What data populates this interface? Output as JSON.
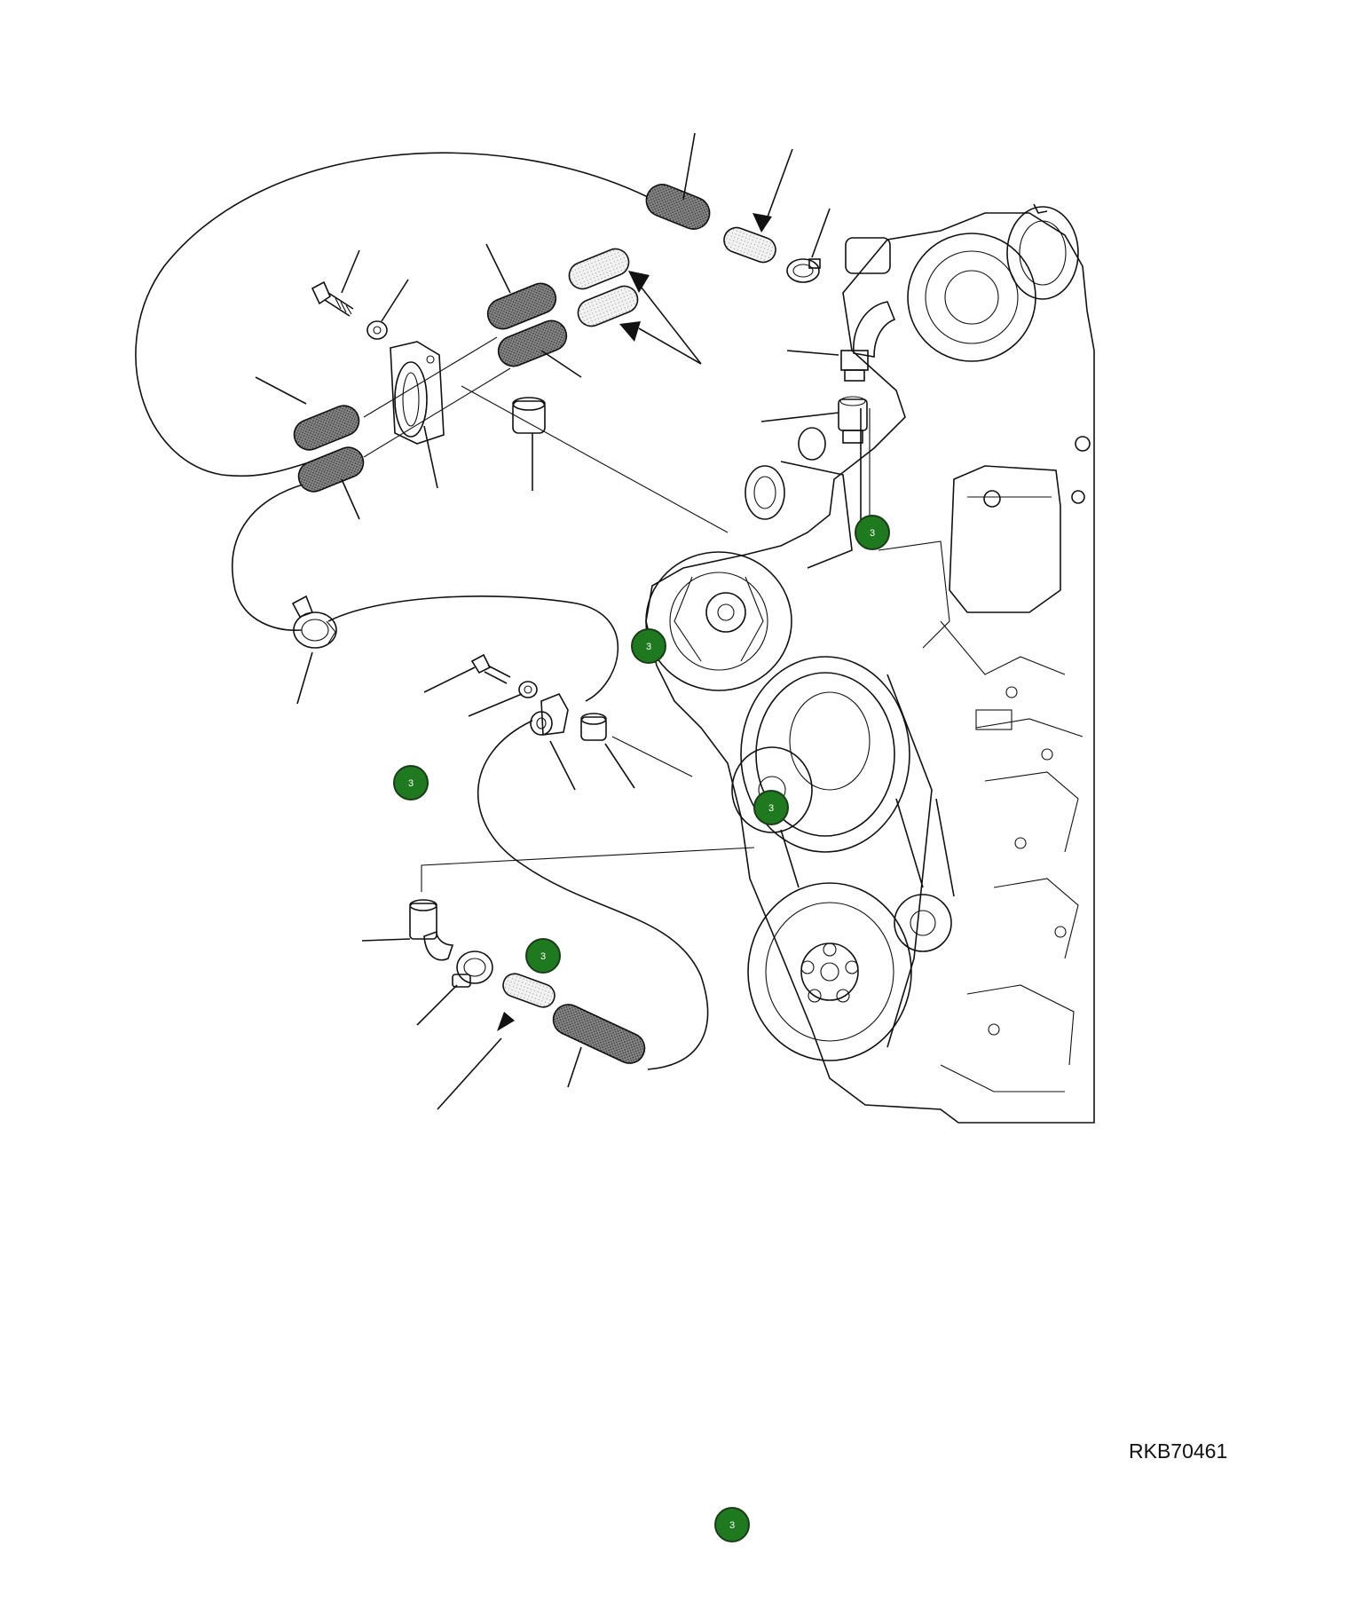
{
  "diagram": {
    "reference_code": "RKB70461",
    "markers": [
      {
        "label": "3"
      },
      {
        "label": "3"
      },
      {
        "label": "3"
      },
      {
        "label": "3"
      },
      {
        "label": "3"
      },
      {
        "label": "3"
      }
    ]
  },
  "colors": {
    "marker_fill": "#1f7a1f",
    "line": "#111111",
    "hose_dark": "#6b6b6b",
    "hose_light": "#e4e4e4"
  }
}
